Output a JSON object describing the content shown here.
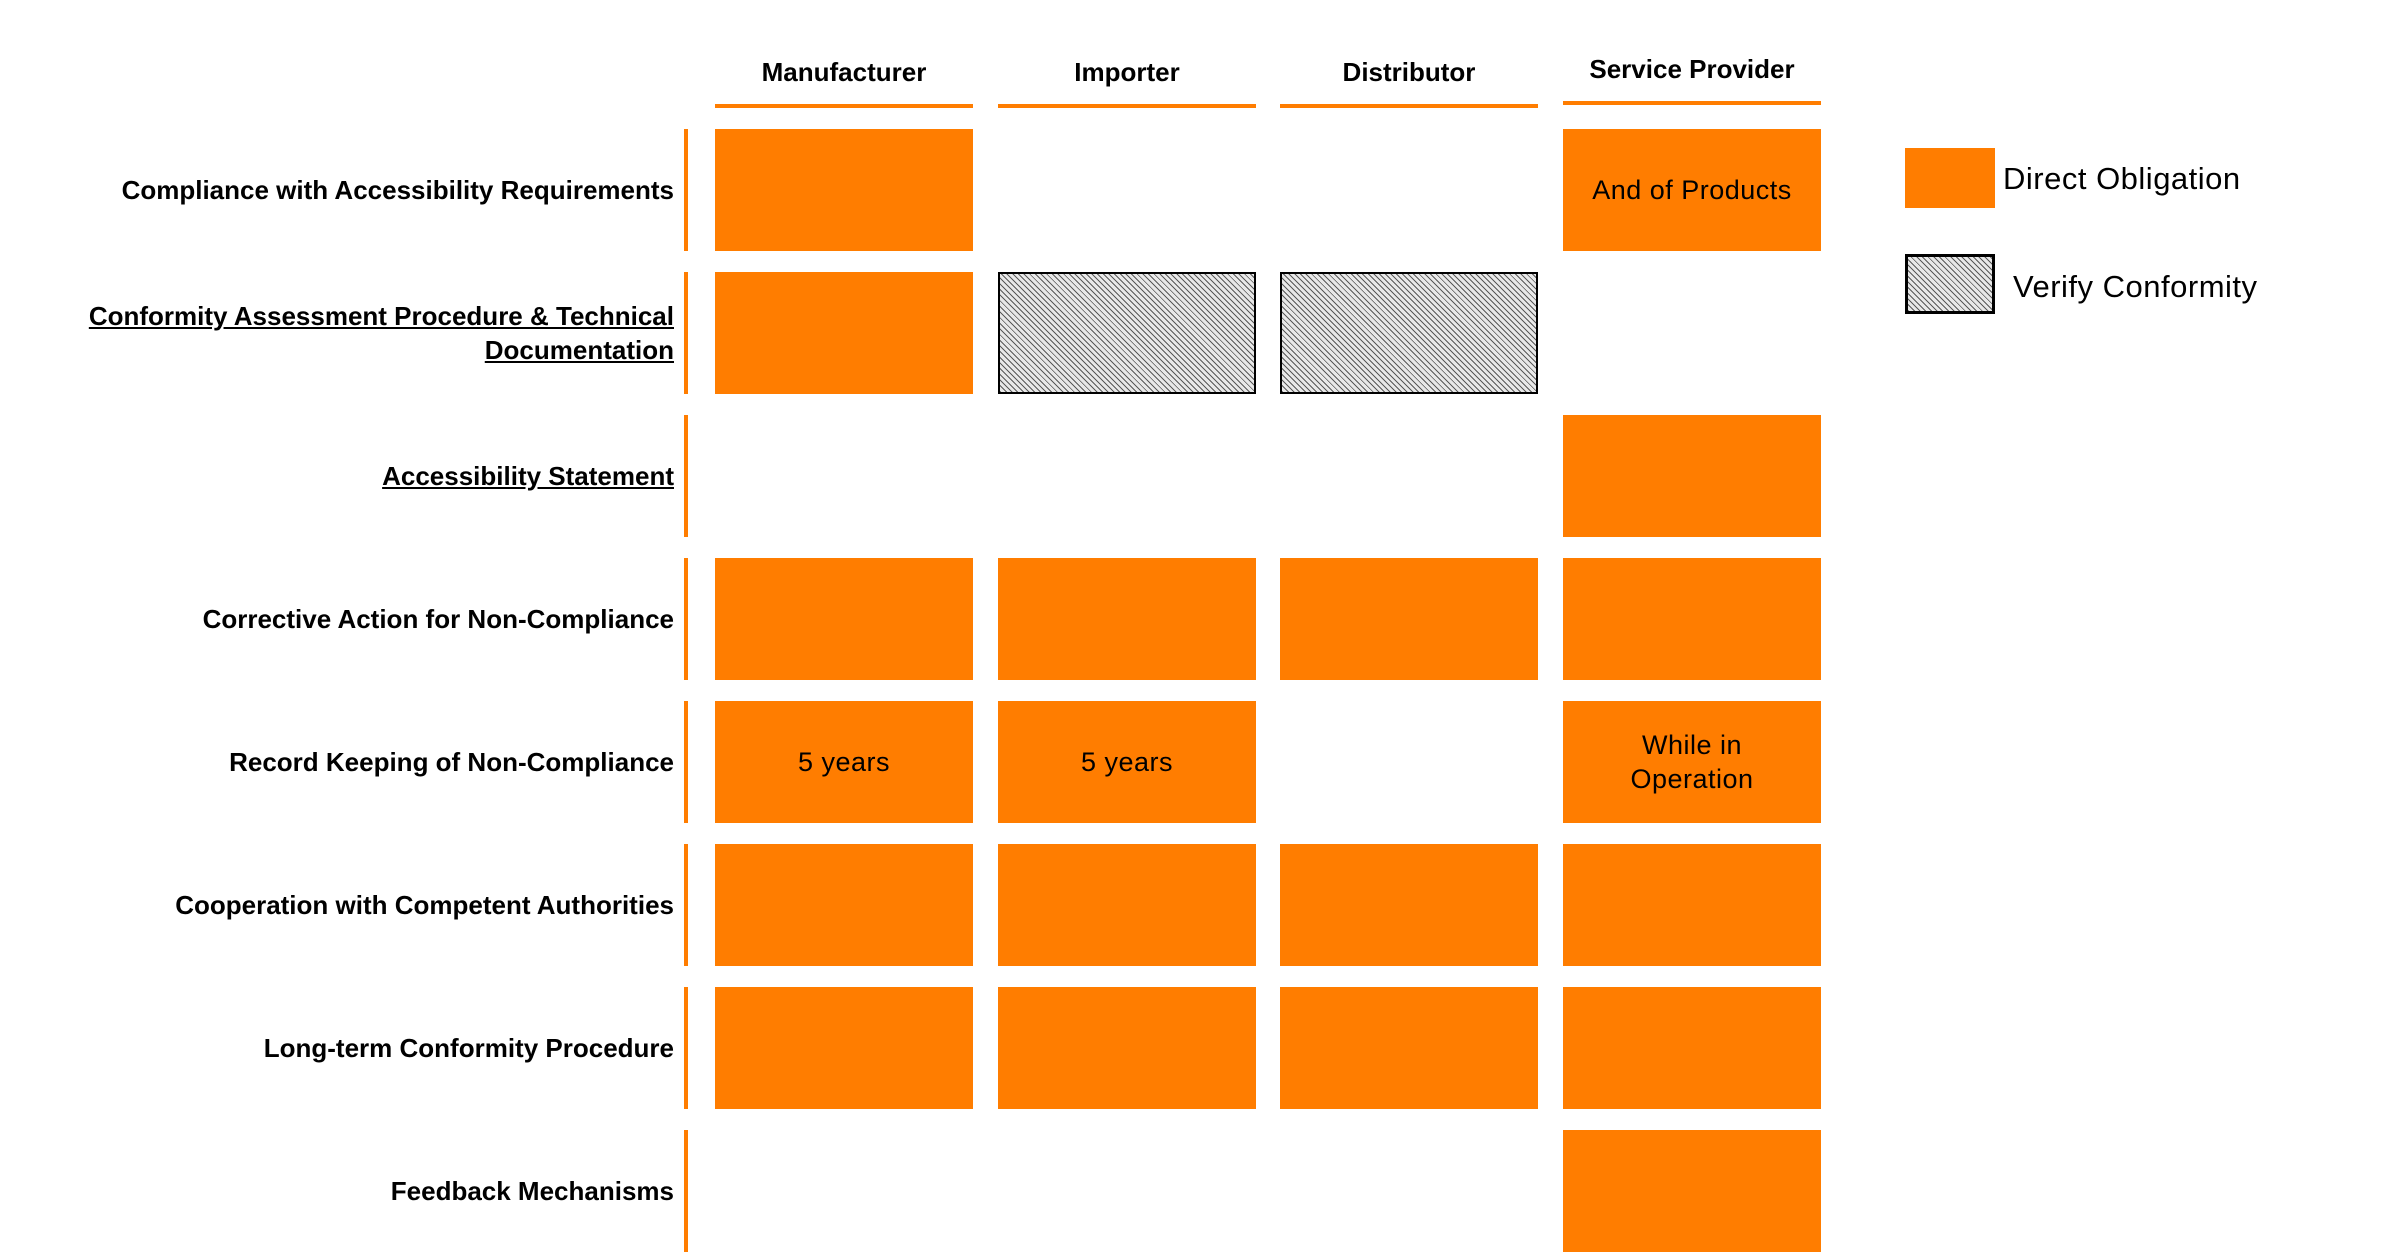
{
  "colors": {
    "direct": "#ff7d00",
    "verify_border": "#000000",
    "verify_hatch": "#595959"
  },
  "columns": [
    "Manufacturer",
    "Importer",
    "Distributor",
    "Service Provider"
  ],
  "rows": [
    {
      "label": "Compliance with Accessibility Requirements",
      "underlined": false
    },
    {
      "label": "Conformity Assessment Procedure & Technical Documentation",
      "underlined": true
    },
    {
      "label": "Accessibility Statement",
      "underlined": true
    },
    {
      "label": "Corrective Action for Non-Compliance",
      "underlined": false
    },
    {
      "label": "Record Keeping of Non-Compliance",
      "underlined": false
    },
    {
      "label": "Cooperation with Competent Authorities",
      "underlined": false
    },
    {
      "label": "Long-term Conformity Procedure",
      "underlined": false
    },
    {
      "label": "Feedback Mechanisms",
      "underlined": false
    }
  ],
  "cells": [
    [
      {
        "type": "direct",
        "text": ""
      },
      {
        "type": "none",
        "text": ""
      },
      {
        "type": "none",
        "text": ""
      },
      {
        "type": "direct",
        "text": "And of Products"
      }
    ],
    [
      {
        "type": "direct",
        "text": ""
      },
      {
        "type": "verify",
        "text": ""
      },
      {
        "type": "verify",
        "text": ""
      },
      {
        "type": "none",
        "text": ""
      }
    ],
    [
      {
        "type": "none",
        "text": ""
      },
      {
        "type": "none",
        "text": ""
      },
      {
        "type": "none",
        "text": ""
      },
      {
        "type": "direct",
        "text": ""
      }
    ],
    [
      {
        "type": "direct",
        "text": ""
      },
      {
        "type": "direct",
        "text": ""
      },
      {
        "type": "direct",
        "text": ""
      },
      {
        "type": "direct",
        "text": ""
      }
    ],
    [
      {
        "type": "direct",
        "text": "5 years"
      },
      {
        "type": "direct",
        "text": "5 years"
      },
      {
        "type": "none",
        "text": ""
      },
      {
        "type": "direct",
        "text": "While in Operation"
      }
    ],
    [
      {
        "type": "direct",
        "text": ""
      },
      {
        "type": "direct",
        "text": ""
      },
      {
        "type": "direct",
        "text": ""
      },
      {
        "type": "direct",
        "text": ""
      }
    ],
    [
      {
        "type": "direct",
        "text": ""
      },
      {
        "type": "direct",
        "text": ""
      },
      {
        "type": "direct",
        "text": ""
      },
      {
        "type": "direct",
        "text": ""
      }
    ],
    [
      {
        "type": "none",
        "text": ""
      },
      {
        "type": "none",
        "text": ""
      },
      {
        "type": "none",
        "text": ""
      },
      {
        "type": "direct",
        "text": ""
      }
    ]
  ],
  "legend": {
    "direct_label": "Direct Obligation",
    "verify_label": "Verify Conformity"
  }
}
